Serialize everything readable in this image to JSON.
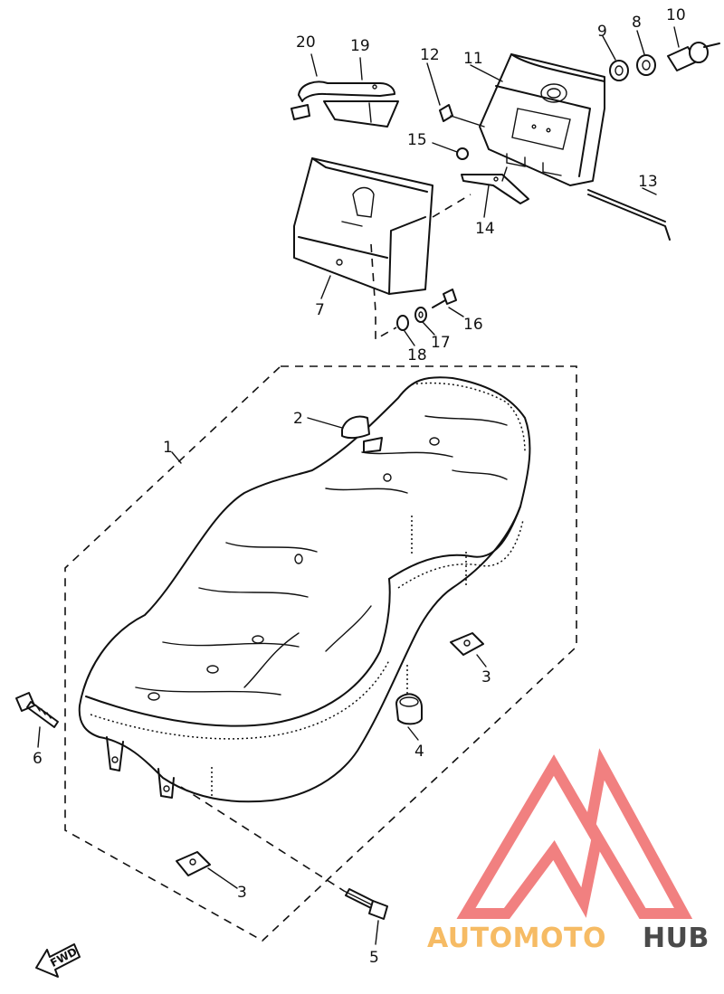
{
  "callouts": {
    "c1": "1",
    "c2": "2",
    "c3a": "3",
    "c3b": "3",
    "c4": "4",
    "c5": "5",
    "c6": "6",
    "c7": "7",
    "c8": "8",
    "c9": "9",
    "c10": "10",
    "c11": "11",
    "c12": "12",
    "c13": "13",
    "c14": "14",
    "c15": "15",
    "c16": "16",
    "c17": "17",
    "c18": "18",
    "c19": "19",
    "c20": "20"
  },
  "direction_label": "FWD",
  "watermark": {
    "part1": "AUTOMOTO",
    "part2": "HUB",
    "color_primary": "#f5b04a",
    "color_secondary": "#2b2b2b",
    "logo_color": "#ef6a6a"
  }
}
